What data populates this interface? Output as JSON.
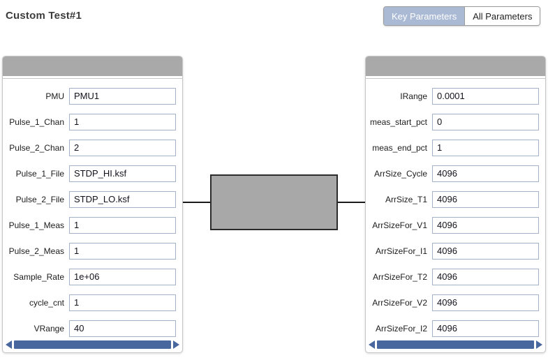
{
  "page": {
    "title": "Custom Test#1"
  },
  "toolbar": {
    "view_toggle": {
      "selected": "Key Parameters",
      "options": [
        {
          "label": "Key Parameters",
          "selected": true
        },
        {
          "label": "All Parameters",
          "selected": false
        }
      ]
    }
  },
  "left_panel": {
    "fields": [
      {
        "label": "PMU",
        "value": "PMU1"
      },
      {
        "label": "Pulse_1_Chan",
        "value": "1"
      },
      {
        "label": "Pulse_2_Chan",
        "value": "2"
      },
      {
        "label": "Pulse_1_File",
        "value": "STDP_HI.ksf"
      },
      {
        "label": "Pulse_2_File",
        "value": "STDP_LO.ksf"
      },
      {
        "label": "Pulse_1_Meas",
        "value": "1"
      },
      {
        "label": "Pulse_2_Meas",
        "value": "1"
      },
      {
        "label": "Sample_Rate",
        "value": "1e+06"
      },
      {
        "label": "cycle_cnt",
        "value": "1"
      },
      {
        "label": "VRange",
        "value": "40"
      }
    ]
  },
  "right_panel": {
    "fields": [
      {
        "label": "IRange",
        "value": "0.0001"
      },
      {
        "label": "meas_start_pct",
        "value": "0"
      },
      {
        "label": "meas_end_pct",
        "value": "1"
      },
      {
        "label": "ArrSize_Cycle",
        "value": "4096"
      },
      {
        "label": "ArrSize_T1",
        "value": "4096"
      },
      {
        "label": "ArrSizeFor_V1",
        "value": "4096"
      },
      {
        "label": "ArrSizeFor_I1",
        "value": "4096"
      },
      {
        "label": "ArrSizeFor_T2",
        "value": "4096"
      },
      {
        "label": "ArrSizeFor_V2",
        "value": "4096"
      },
      {
        "label": "ArrSizeFor_I2",
        "value": "4096"
      }
    ]
  },
  "colors": {
    "toggle_selected_bg": "#aab9d4",
    "panel_header_bg": "#a9a9a9",
    "input_border": "#a3b1c9",
    "scrollbar_accent": "#47679e",
    "device_block_fill": "#a8a8a8",
    "device_block_border": "#2b2b2b"
  }
}
